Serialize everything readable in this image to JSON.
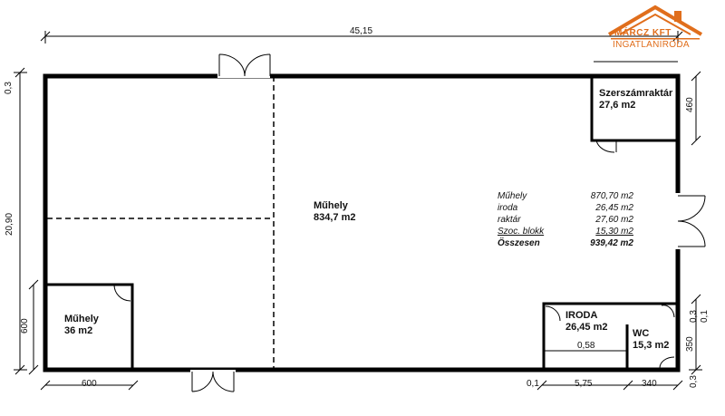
{
  "logo": {
    "line1": "MÁRCZ KFT",
    "line2": "INGATLANIRODA",
    "color": "#e06e1c"
  },
  "dimensions": {
    "top_total": "45,15",
    "left_height": "20,90",
    "left_top_thickness": "0,3",
    "left_bottom": "600",
    "bottom_left": "600",
    "bottom_thickness": "0,1",
    "bottom_mid": "5,75",
    "bottom_right": "340",
    "right_top": "460",
    "right_a": "0,3",
    "right_b": "350",
    "right_c": "0,1",
    "right_d": "0,3",
    "iroda_inner": "0,58"
  },
  "rooms": {
    "main": {
      "name": "Műhely",
      "area": "834,7 m2"
    },
    "small": {
      "name": "Műhely",
      "area": "36 m2"
    },
    "storage": {
      "name": "Szerszámraktár",
      "area": "27,6 m2"
    },
    "office": {
      "name": "IRODA",
      "area": "26,45 m2"
    },
    "wc": {
      "name": "WC",
      "area": "15,3 m2"
    }
  },
  "summary": [
    {
      "label": "Műhely",
      "value": "870,70 m2"
    },
    {
      "label": "iroda",
      "value": "26,45 m2"
    },
    {
      "label": "raktár",
      "value": "27,60 m2"
    },
    {
      "label": "Szoc. blokk",
      "value": "15,30 m2"
    },
    {
      "label": "Összesen",
      "value": "939,42 m2"
    }
  ]
}
